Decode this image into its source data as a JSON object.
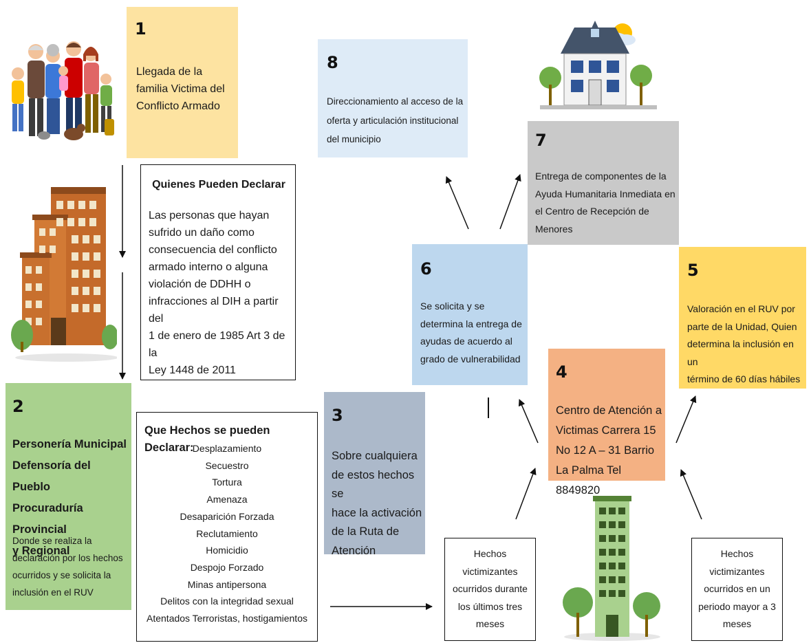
{
  "box1": {
    "number": "1",
    "lines": [
      "Llegada de la",
      "familia Victima del",
      "Conflicto Armado"
    ]
  },
  "who": {
    "title": "Quienes Pueden Declarar",
    "lines": [
      "Las personas que hayan",
      "sufrido un daño como",
      "consecuencia del conflicto",
      "armado interno o alguna",
      "violación de DDHH o",
      "infracciones al DIH a partir del",
      "1 de enero de 1985 Art 3 de la",
      "Ley 1448 de 2011"
    ]
  },
  "box2": {
    "number": "2",
    "bold_lines": [
      "Personería Municipal",
      "Defensoría del Pueblo",
      "Procuraduría Provincial",
      "y Regional"
    ],
    "lines": [
      "Donde se realiza la",
      "declaración por los hechos",
      "ocurridos y se solicita la",
      "inclusión en el RUV"
    ]
  },
  "facts": {
    "title": "Que Hechos se pueden Declarar:",
    "items": [
      "Desplazamiento",
      "Secuestro",
      "Tortura",
      "Amenaza",
      "Desaparición Forzada",
      "Reclutamiento",
      "Homicidio",
      "Despojo Forzado",
      "Minas antipersona",
      "Delitos con la integridad sexual",
      "Atentados Terroristas, hostigamientos"
    ]
  },
  "box3": {
    "number": "3",
    "lines": [
      "Sobre cualquiera",
      "de estos hechos se",
      "hace la activación",
      "de la Ruta de",
      "Atención"
    ]
  },
  "box4": {
    "number": "4",
    "lines": [
      "Centro de Atención a",
      "Victimas Carrera 15",
      "No 12 A – 31   Barrio",
      "La Palma Tel 8849820"
    ]
  },
  "box5": {
    "number": "5",
    "lines": [
      "Valoración en el RUV  por",
      "parte de la Unidad, Quien",
      "determina la inclusión en un",
      "término de 60 días hábiles"
    ]
  },
  "box6": {
    "number": "6",
    "lines": [
      "Se solicita y se",
      "determina la entrega de",
      "ayudas de acuerdo al",
      "grado de vulnerabilidad"
    ]
  },
  "box7": {
    "number": "7",
    "lines": [
      "Entrega de componentes de la",
      "Ayuda Humanitaria Inmediata en",
      "el Centro de Recepción de",
      "Menores"
    ]
  },
  "box8": {
    "number": "8",
    "lines": [
      "Direccionamiento  al acceso de la",
      "oferta y articulación institucional",
      "del municipio"
    ]
  },
  "recent": {
    "lines": [
      "Hechos",
      "victimizantes",
      "ocurridos durante",
      "los últimos tres",
      "meses"
    ]
  },
  "older": {
    "lines": [
      "Hechos",
      "victimizantes",
      "ocurridos en un",
      "periodo mayor a 3",
      "meses"
    ]
  },
  "colors": {
    "box1": "#fde3a1",
    "box2": "#a9d18e",
    "box3": "#acb9ca",
    "box4": "#f4b183",
    "box5": "#ffd966",
    "box6": "#bdd7ee",
    "box7": "#c9c9c9",
    "box8": "#deebf7"
  }
}
